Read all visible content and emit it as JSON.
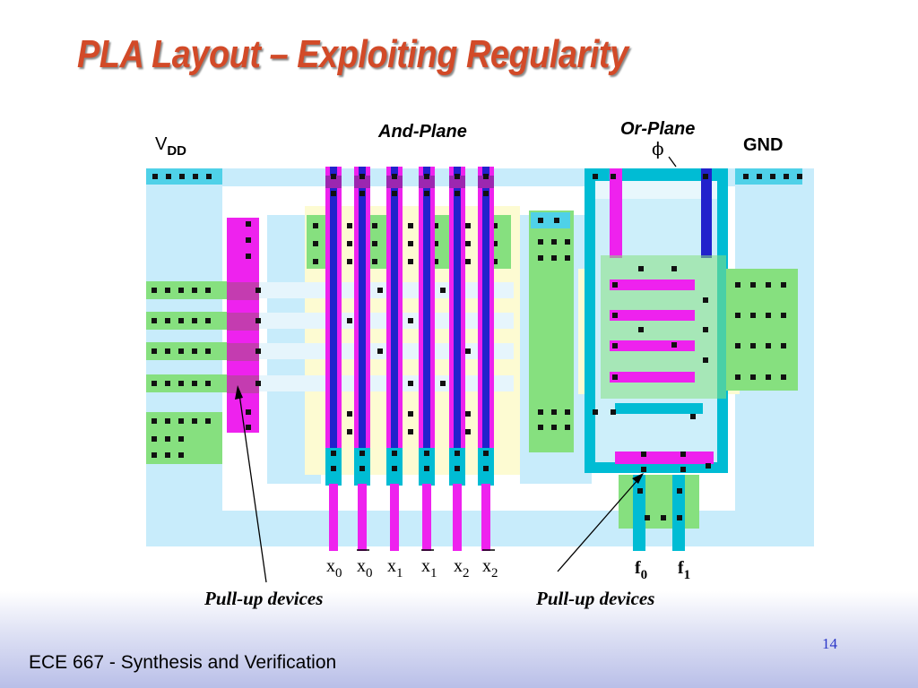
{
  "slide": {
    "title": "PLA Layout – Exploiting Regularity",
    "footer": "ECE 667 - Synthesis and Verification",
    "page_number": "14"
  },
  "labels": {
    "vdd_main": "V",
    "vdd_sub": "DD",
    "and_plane": "And-Plane",
    "or_plane": "Or-Plane",
    "phi": "ϕ",
    "gnd": "GND",
    "pullup_left": "Pull-up devices",
    "pullup_right": "Pull-up devices"
  },
  "inputs": [
    {
      "main": "x",
      "sub": "0",
      "bar": false
    },
    {
      "main": "x",
      "sub": "0",
      "bar": true
    },
    {
      "main": "x",
      "sub": "1",
      "bar": false
    },
    {
      "main": "x",
      "sub": "1",
      "bar": true
    },
    {
      "main": "x",
      "sub": "2",
      "bar": false
    },
    {
      "main": "x",
      "sub": "2",
      "bar": true
    }
  ],
  "outputs": [
    {
      "main": "f",
      "sub": "0"
    },
    {
      "main": "f",
      "sub": "1"
    }
  ],
  "colors": {
    "title": "#d24a28",
    "diffusion": "#86e07f",
    "poly": "#ee22ee",
    "metal1": "#2222cc",
    "metal2": "#00bcd4",
    "well": "#c8ecfb",
    "select": "#fdfbd2",
    "contact": "#111111"
  }
}
